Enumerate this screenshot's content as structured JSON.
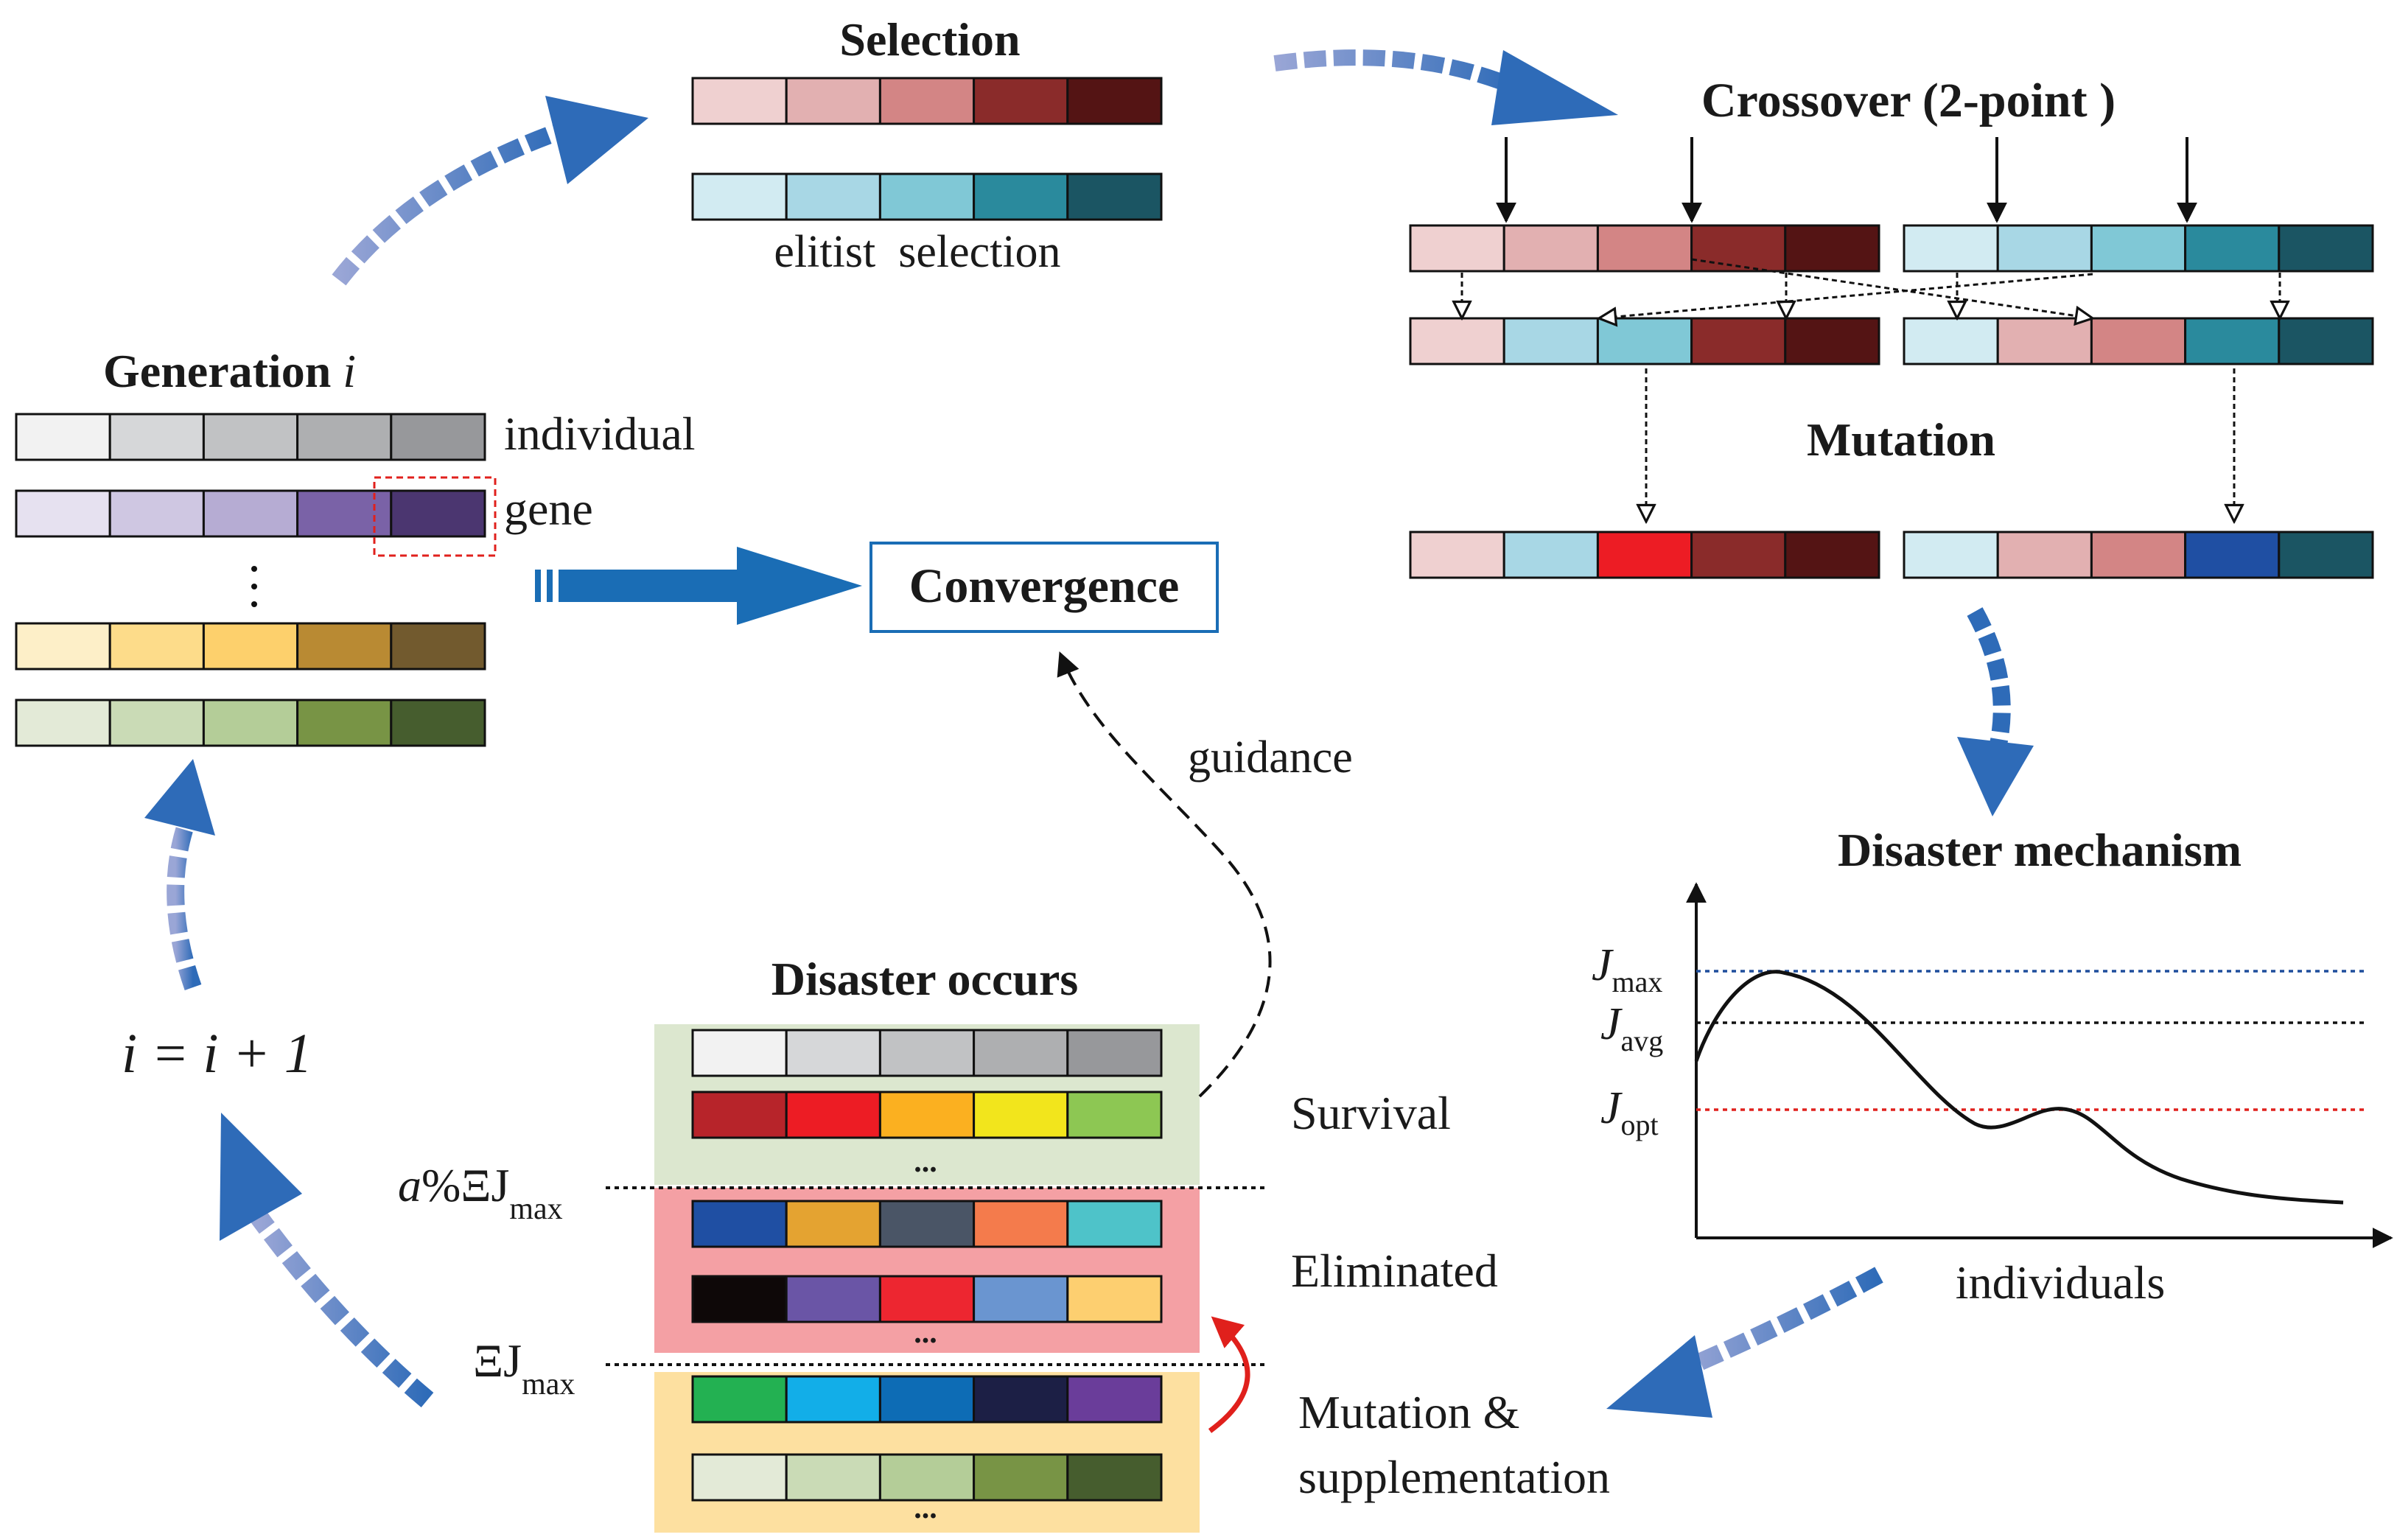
{
  "labels": {
    "generation": "Generation",
    "generation_var": "i",
    "individual": "individual",
    "gene": "gene",
    "dots": "⋮",
    "selection": "Selection",
    "elitist": "elitist  selection",
    "crossover": "Crossover (2-point )",
    "mutation": "Mutation",
    "convergence": "Convergence",
    "guidance": "guidance",
    "disaster_mechanism": "Disaster mechanism",
    "disaster_occurs": "Disaster occurs",
    "survival": "Survival",
    "eliminated": "Eliminated",
    "mutation_supp_1": "Mutation &",
    "mutation_supp_2": "supplementation",
    "increment": "i = i + 1",
    "threshold_a_prefix": "a",
    "threshold_a_mid": "%ΞJ",
    "threshold_sub": "max",
    "threshold_b": "ΞJ",
    "j": "J",
    "j_max_sub": "max",
    "j_avg_sub": "avg",
    "j_opt_sub": "opt",
    "x_axis": "individuals",
    "ellipsis": "..."
  },
  "colors": {
    "arrow_blue": "#2e6bb8",
    "convergence_border": "#1a6db5",
    "survival_bg": "#dce7cf",
    "eliminated_bg": "#f4a0a4",
    "supplement_bg": "#fde0a0",
    "jmax_line": "#1f4e9c",
    "javg_line": "#111111",
    "jopt_line": "#e0201c",
    "red_arrow": "#e0201c"
  },
  "chromosomes": {
    "gen_1": [
      "#f2f2f2",
      "#d6d7d9",
      "#c1c2c4",
      "#aeafb1",
      "#97989b"
    ],
    "gen_2": [
      "#e6e1f0",
      "#cfc7e2",
      "#b6acd3",
      "#7a62a7",
      "#4b3670"
    ],
    "gen_3": [
      "#fdefc8",
      "#fddc8a",
      "#fdd06c",
      "#b98a33",
      "#725a2e"
    ],
    "gen_4": [
      "#e3ead7",
      "#cadbb6",
      "#b4cd98",
      "#789445",
      "#465d2e"
    ],
    "sel_red": [
      "#efd0d0",
      "#e2b0b1",
      "#d38585",
      "#8a2b2a",
      "#541414"
    ],
    "sel_teal": [
      "#d2ebf2",
      "#a8d7e5",
      "#80c8d6",
      "#2a8a9d",
      "#1b5563"
    ],
    "cross_left": [
      "#efd0d0",
      "#a8d7e5",
      "#80c8d6",
      "#8a2b2a",
      "#541414"
    ],
    "cross_right": [
      "#d2ebf2",
      "#e2b0b1",
      "#d38585",
      "#2a8a9d",
      "#1b5563"
    ],
    "mut_left": [
      "#efd0d0",
      "#a8d7e5",
      "#ed1c24",
      "#8a2b2a",
      "#541414"
    ],
    "mut_right": [
      "#d2ebf2",
      "#e2b0b1",
      "#d38585",
      "#1f4fa3",
      "#1b5563"
    ],
    "dis_1": [
      "#f2f2f2",
      "#d6d7d9",
      "#c1c2c4",
      "#aeafb1",
      "#97989b"
    ],
    "dis_2": [
      "#b7242a",
      "#ed1c24",
      "#fbb020",
      "#f2e51c",
      "#8dc753"
    ],
    "dis_3": [
      "#1f4fa3",
      "#e4a331",
      "#4a5566",
      "#f47b4c",
      "#4ec3c9"
    ],
    "dis_4": [
      "#0e0808",
      "#6a55a6",
      "#ed2630",
      "#6a95d0",
      "#fdcf70"
    ],
    "dis_5": [
      "#23b152",
      "#12aee8",
      "#0d6cb5",
      "#1c1f45",
      "#6a3d9a"
    ],
    "dis_6": [
      "#e3ead7",
      "#cadbb6",
      "#b4cd98",
      "#789445",
      "#465d2e"
    ]
  }
}
